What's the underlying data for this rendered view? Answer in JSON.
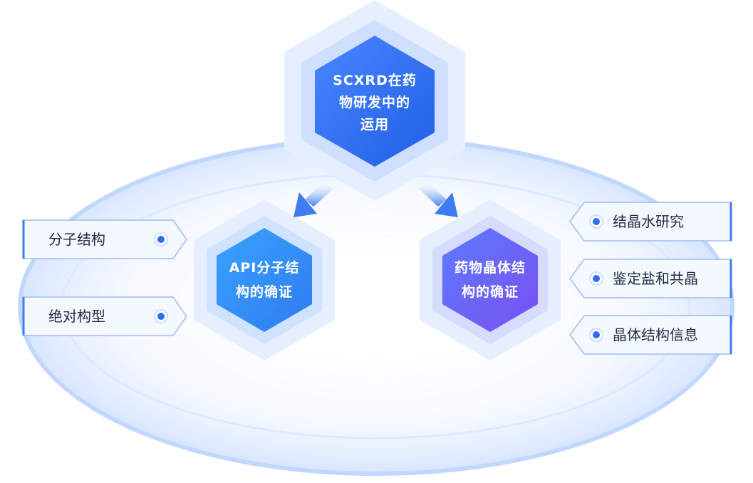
{
  "diagram": {
    "top_node": {
      "lines": [
        "SCXRD在药",
        "物研发中的",
        "运用"
      ]
    },
    "left_node": {
      "lines": [
        "API分子结",
        "构的确证"
      ]
    },
    "right_node": {
      "lines": [
        "药物晶体结",
        "构的确证"
      ]
    },
    "left_tags": [
      "分子结构",
      "绝对构型"
    ],
    "right_tags": [
      "结晶水研究",
      "鉴定盐和共晶",
      "晶体结构信息"
    ]
  },
  "colors": {
    "top_face": "#2f6ef0",
    "left_face": "#2a8cf5",
    "right_face": "#6a5cf0",
    "tag_border": "#3d7df0",
    "dot": "#2f6ef0"
  }
}
